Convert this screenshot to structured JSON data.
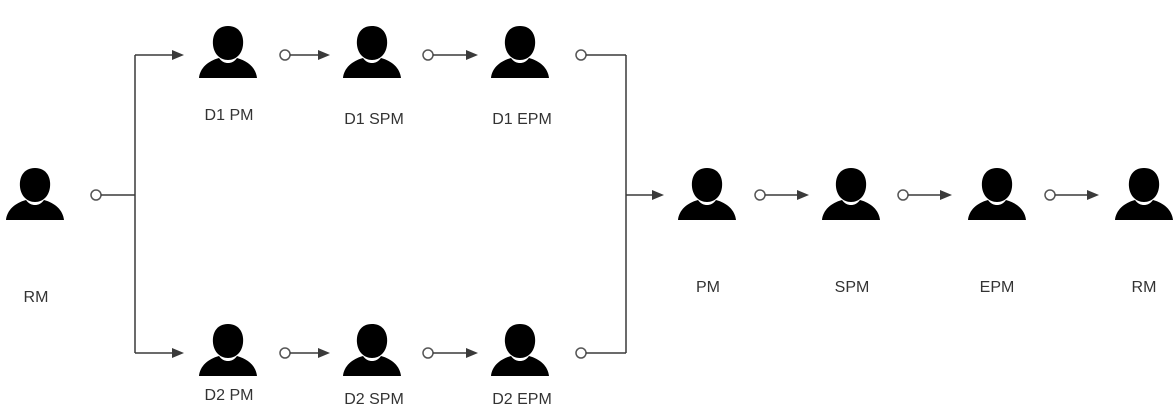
{
  "nodes": {
    "rm_start": {
      "label": "RM",
      "icon": "person-icon"
    },
    "d1_pm": {
      "label": "D1 PM",
      "icon": "person-icon"
    },
    "d1_spm": {
      "label": "D1 SPM",
      "icon": "person-icon"
    },
    "d1_epm": {
      "label": "D1 EPM",
      "icon": "person-icon"
    },
    "d2_pm": {
      "label": "D2 PM",
      "icon": "person-icon"
    },
    "d2_spm": {
      "label": "D2 SPM",
      "icon": "person-icon"
    },
    "d2_epm": {
      "label": "D2 EPM",
      "icon": "person-icon"
    },
    "pm": {
      "label": "PM",
      "icon": "person-icon"
    },
    "spm": {
      "label": "SPM",
      "icon": "person-icon"
    },
    "epm": {
      "label": "EPM",
      "icon": "person-icon"
    },
    "rm_end": {
      "label": "RM",
      "icon": "person-icon"
    }
  },
  "edges": [
    {
      "from": "rm_start",
      "to": "d1_pm"
    },
    {
      "from": "rm_start",
      "to": "d2_pm"
    },
    {
      "from": "d1_pm",
      "to": "d1_spm"
    },
    {
      "from": "d1_spm",
      "to": "d1_epm"
    },
    {
      "from": "d2_pm",
      "to": "d2_spm"
    },
    {
      "from": "d2_spm",
      "to": "d2_epm"
    },
    {
      "from": "d1_epm",
      "to": "pm"
    },
    {
      "from": "d2_epm",
      "to": "pm"
    },
    {
      "from": "pm",
      "to": "spm"
    },
    {
      "from": "spm",
      "to": "epm"
    },
    {
      "from": "epm",
      "to": "rm_end"
    }
  ],
  "colors": {
    "icon_outline": "#bcbcbc",
    "connector": "#3a3a3a",
    "label_text": "#333333"
  }
}
